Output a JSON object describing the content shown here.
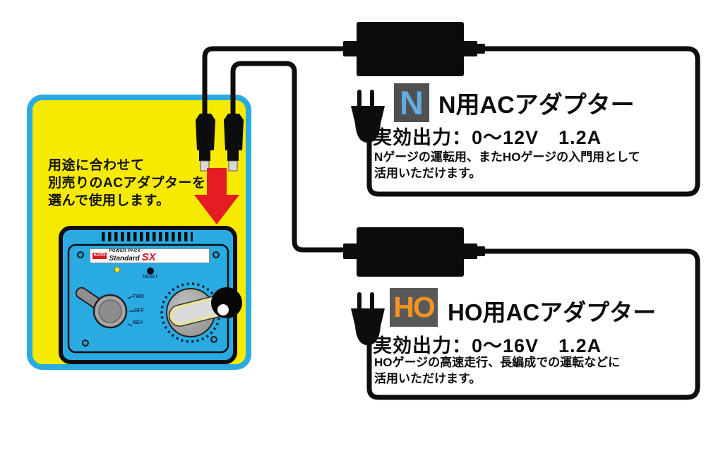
{
  "figure": {
    "note_box": {
      "lines": [
        "用途に合わせて",
        "別売りのACアダプターを",
        "選んで使用します。"
      ],
      "fill_color": "#f6ea00",
      "border_color": "#29abe2"
    },
    "power_pack": {
      "brand": "KATO",
      "product_line": "POWER PACK",
      "model": "Standard",
      "model_suffix": "SX",
      "reset_label": "RESET",
      "direction_labels": [
        "FWD",
        "OFF",
        "REV"
      ],
      "body_color": "#29abe2"
    },
    "arrow_color": "#e61c23",
    "adapters": [
      {
        "badge": "N",
        "badge_text_color": "#63aadf",
        "badge_bg_color": "#4f5052",
        "title": "N用ACアダプター",
        "spec": "実効出力：0〜12V　1.2A",
        "description": [
          "Nゲージの運転用、またHOゲージの入門用として",
          "活用いただけます。"
        ]
      },
      {
        "badge": "HO",
        "badge_text_color": "#f7941e",
        "badge_bg_color": "#58595b",
        "title": "HO用ACアダプター",
        "spec": "実効出力：0〜16V　1.2A",
        "description": [
          "HOゲージの高速走行、長編成での運転などに",
          "活用いただけます。"
        ]
      }
    ]
  }
}
